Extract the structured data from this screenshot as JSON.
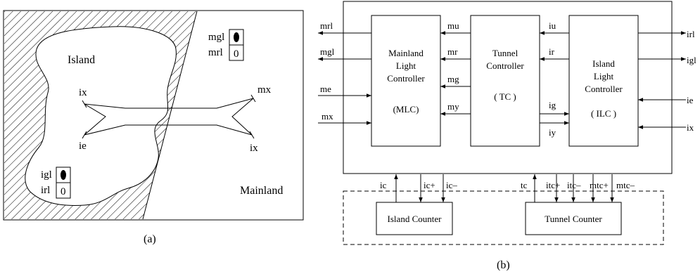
{
  "panel_a": {
    "island_label": "Island",
    "mainland_label": "Mainland",
    "left_entry_top": "ix",
    "left_entry_bottom": "ie",
    "right_entry_top": "mx",
    "right_entry_bottom": "ix",
    "mainland_lights": [
      "mgl",
      "mrl"
    ],
    "island_lights": [
      "igl",
      "irl"
    ],
    "light_glyphs": [
      "0",
      "0"
    ],
    "caption": "(a)"
  },
  "panel_b": {
    "controllers": {
      "mlc": [
        "Mainland",
        "Light",
        "Controller",
        "(MLC)"
      ],
      "tc": [
        "Tunnel",
        "Controller",
        "( TC )"
      ],
      "ilc": [
        "Island",
        "Light",
        "Controller",
        "( ILC )"
      ]
    },
    "left_signals": [
      "mrl",
      "mgl",
      "me",
      "mx"
    ],
    "mlc_tc_signals": [
      "mu",
      "mr",
      "mg",
      "my"
    ],
    "tc_ilc_signals": [
      "iu",
      "ir",
      "ig",
      "iy"
    ],
    "right_signals": [
      "irl",
      "igl",
      "ie",
      "ix"
    ],
    "island_counter_signals": [
      "ic",
      "ic+",
      "ic–"
    ],
    "tunnel_counter_signals": [
      "tc",
      "itc+",
      "itc–",
      "mtc+",
      "mtc–"
    ],
    "counters": [
      "Island Counter",
      "Tunnel Counter"
    ],
    "caption": "(b)"
  }
}
